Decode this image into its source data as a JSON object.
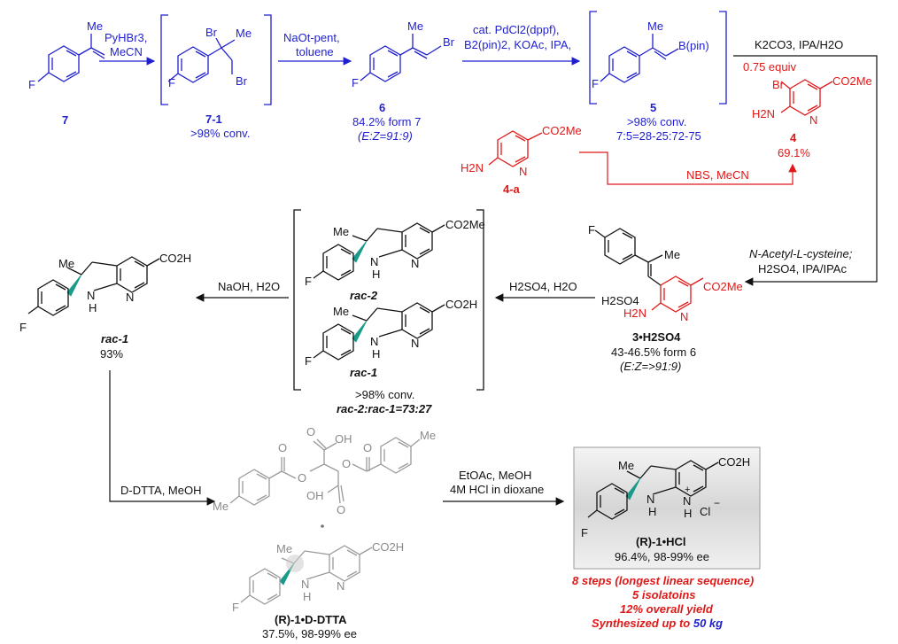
{
  "compounds": {
    "c7": {
      "label": "7"
    },
    "c7_1": {
      "label": "7-1",
      "note": ">98% conv."
    },
    "c6": {
      "label": "6",
      "yield": "84.2% form 7",
      "ratio": "(E:Z=91:9)"
    },
    "c5": {
      "label": "5",
      "note1": ">98% conv.",
      "note2": "7:5=28-25:72-75"
    },
    "c4": {
      "label": "4",
      "equiv": "0.75 equiv",
      "yield": "69.1%"
    },
    "c4a": {
      "label": "4-a"
    },
    "c3": {
      "label": "3•H2SO4",
      "yield": "43-46.5% form 6",
      "ratio": "(E:Z=>91:9)"
    },
    "rac2": {
      "label": "rac-2"
    },
    "rac1_box": {
      "label": "rac-1",
      "note1": ">98% conv.",
      "note2": "rac-2:rac-1=73:27"
    },
    "rac1": {
      "label": "rac-1",
      "yield": "93%"
    },
    "dtta": {
      "label": "(R)-1•D-DTTA",
      "yield": "37.5%, 98-99% ee"
    },
    "hcl": {
      "label": "(R)-1•HCl",
      "yield": "96.4%, 98-99% ee"
    }
  },
  "conditions": {
    "step1": {
      "l1": "PyHBr3,",
      "l2": "MeCN"
    },
    "step2": {
      "l1": "NaOt-pent,",
      "l2": "toluene"
    },
    "step3": {
      "l1": "cat. PdCl2(dppf),",
      "l2": "B2(pin)2, KOAc, IPA,"
    },
    "step4": {
      "l1": "K2CO3, IPA/H2O"
    },
    "step_nbs": {
      "l1": "NBS, MeCN"
    },
    "step5": {
      "l1": "N-Acetyl-L-cysteine;",
      "l2": "H2SO4, IPA/IPAc"
    },
    "step6": {
      "l1": "H2SO4, H2O"
    },
    "step7": {
      "l1": "NaOH, H2O"
    },
    "step8": {
      "l1": "D-DTTA, MeOH"
    },
    "step9": {
      "l1": "EtOAc, MeOH",
      "l2": "4M HCl in dioxane"
    }
  },
  "atoms": {
    "F": "F",
    "Me": "Me",
    "Br": "Br",
    "Bpin": "B(pin)",
    "CO2Me": "CO2Me",
    "CO2H": "CO2H",
    "H2N": "H2N",
    "N": "N",
    "NH": "N",
    "H": "H",
    "OH": "OH",
    "O": "O",
    "Cl": "Cl",
    "H2SO4": "H2SO4"
  },
  "summary": {
    "l1": "8 steps (longest linear sequence)",
    "l2": "5 isolatoins",
    "l3": "12% overall yield",
    "l4a": "Synthesized up to ",
    "l4b": "50 kg"
  },
  "colors": {
    "blue": "#1f1fd0",
    "red": "#e01818",
    "teal": "#1a9a8a",
    "grey_box": "#d8d8d8"
  }
}
